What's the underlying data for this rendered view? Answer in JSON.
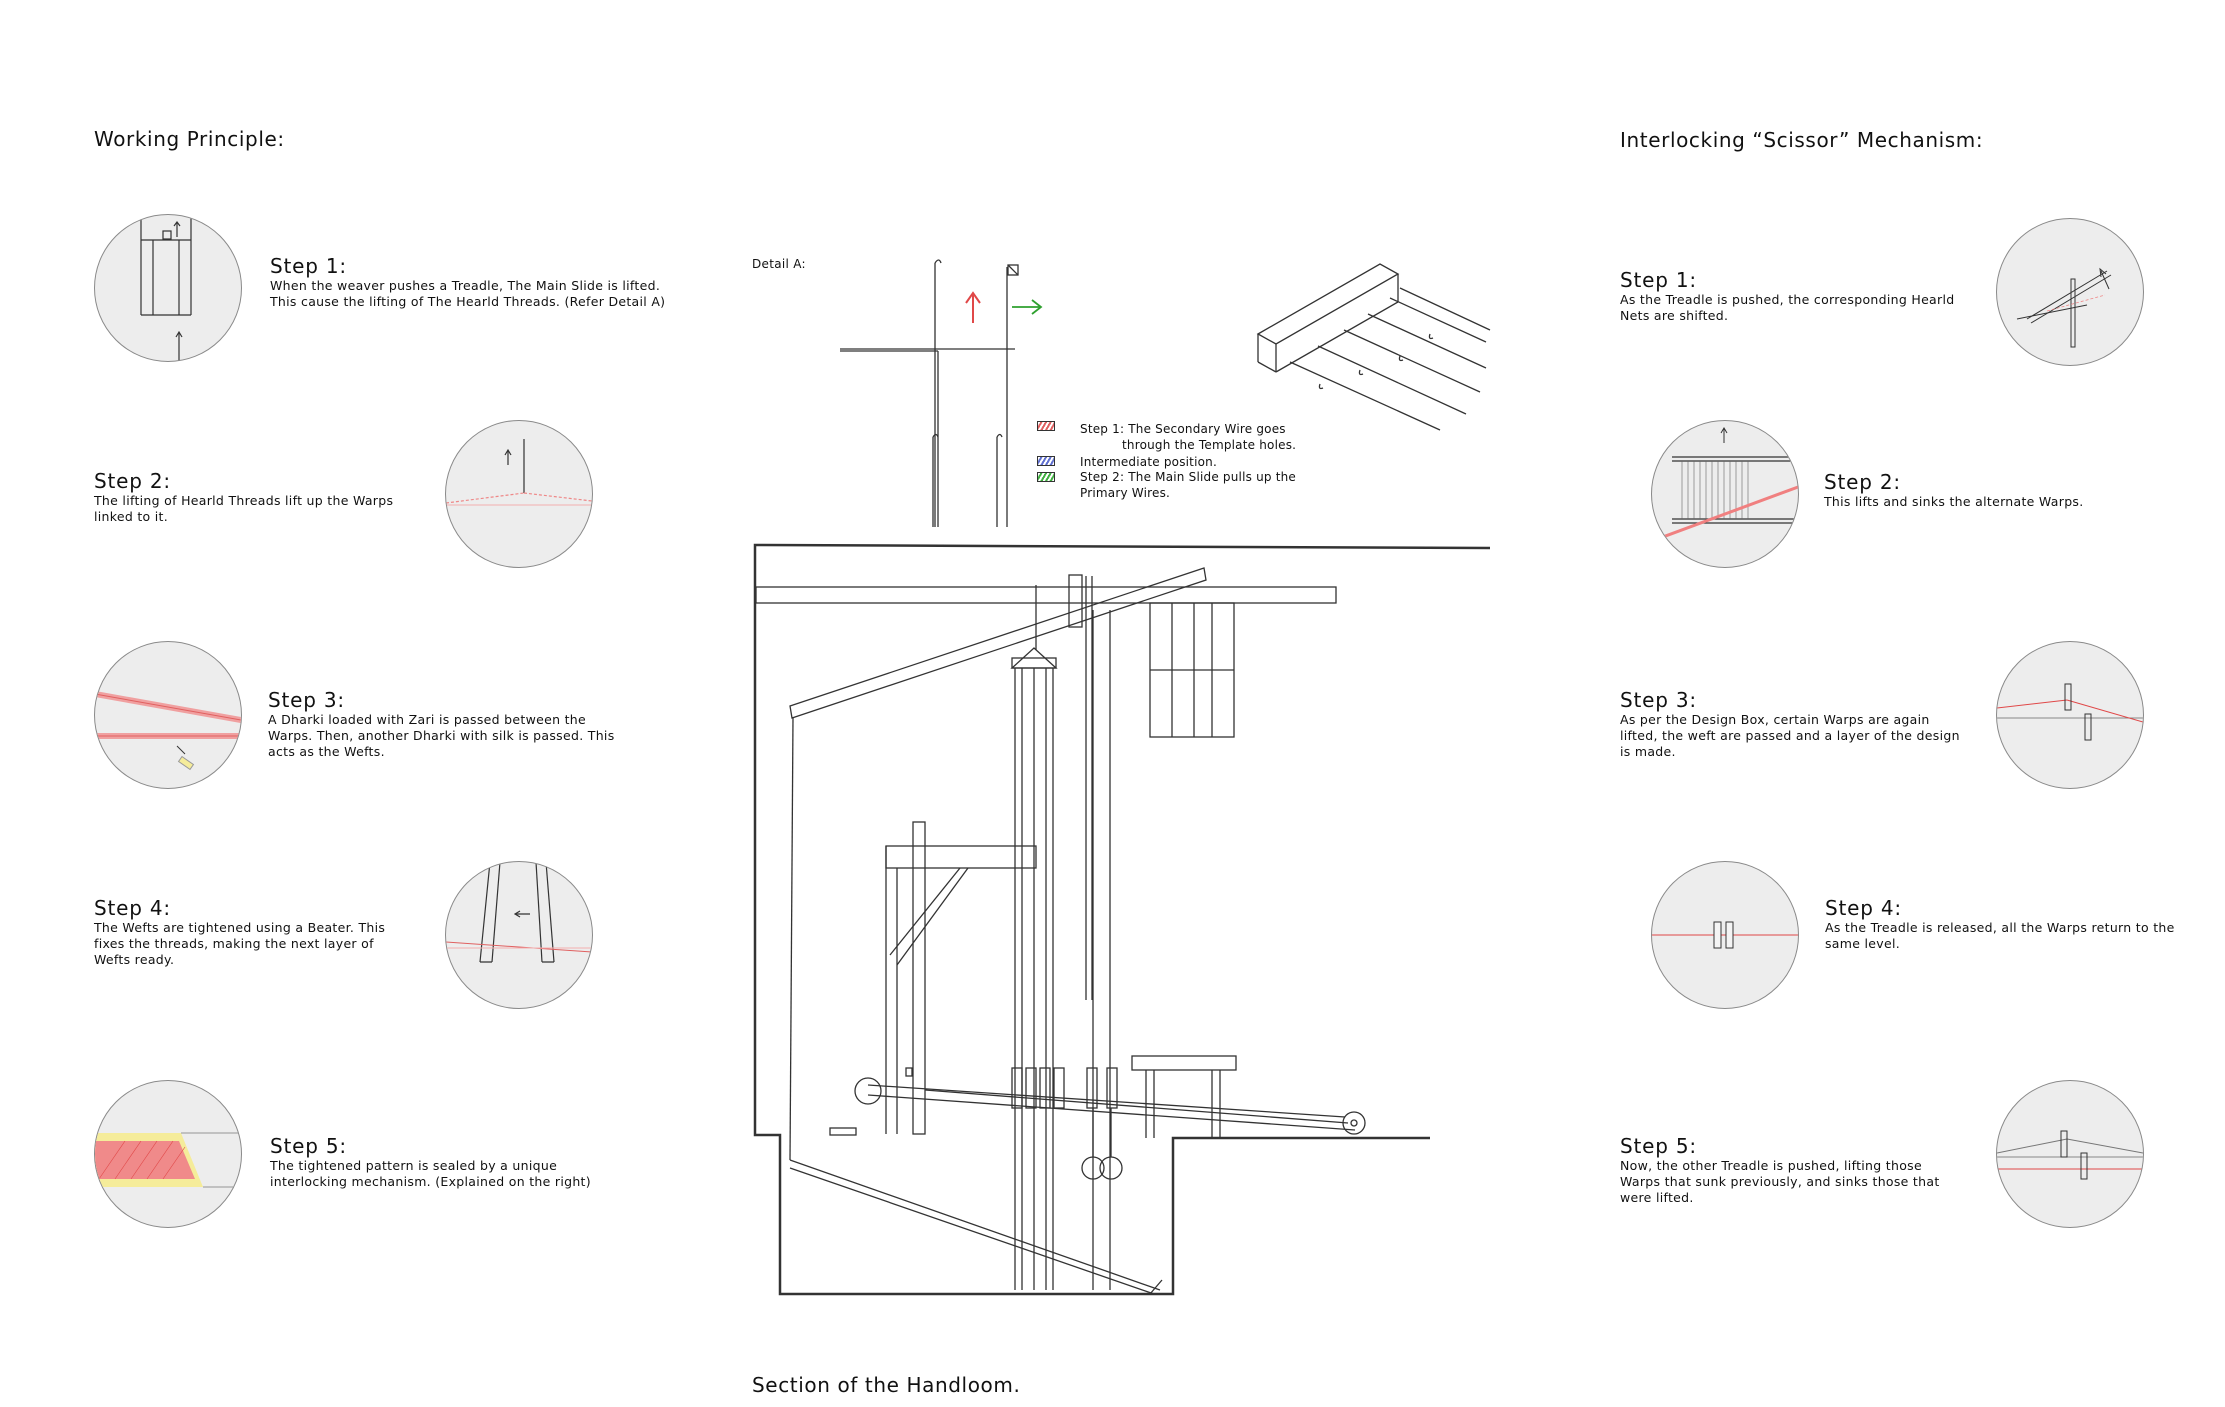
{
  "left": {
    "heading": "Working Principle:",
    "steps": [
      {
        "title": "Step 1:",
        "text": "When the weaver pushes a Treadle, The Main Slide is lifted. This cause the lifting of The Hearld Threads. (Refer Detail A)"
      },
      {
        "title": "Step 2:",
        "text": "The lifting of Hearld Threads lift up the Warps linked to it."
      },
      {
        "title": "Step 3:",
        "text": "A Dharki loaded with Zari is passed between the Warps. Then, another Dharki with silk is passed. This acts as the Wefts."
      },
      {
        "title": "Step 4:",
        "text": "The Wefts are tightened using a Beater. This fixes the threads, making the next layer of Wefts ready."
      },
      {
        "title": "Step 5:",
        "text": "The tightened pattern is sealed by a unique interlocking mechanism. (Explained on the right)"
      }
    ]
  },
  "right": {
    "heading": "Interlocking “Scissor” Mechanism:",
    "steps": [
      {
        "title": "Step 1:",
        "text": "As the Treadle is pushed, the corresponding Hearld Nets are shifted."
      },
      {
        "title": "Step 2:",
        "text": "This lifts and sinks the alternate Warps."
      },
      {
        "title": "Step 3:",
        "text": "As per the Design Box, certain Warps are again lifted, the weft are passed and a layer of the design is made."
      },
      {
        "title": "Step 4:",
        "text": "As the Treadle is released, all the Warps return to the same level."
      },
      {
        "title": "Step 5:",
        "text": "Now, the other Treadle is pushed, lifting those Warps that sunk previously, and sinks those that were lifted."
      }
    ]
  },
  "detail": {
    "label": "Detail A:",
    "legend": [
      {
        "text": "Step 1: The Secondary Wire goes",
        "text2": "through the Template holes.",
        "color": "#e06060"
      },
      {
        "text": "Intermediate position.",
        "text2": "",
        "color": "#6070d0"
      },
      {
        "text": "Step 2: The Main Slide pulls up the",
        "text2": "Primary Wires.",
        "color": "#40b040"
      }
    ]
  },
  "caption": "Section of the Handloom.",
  "colors": {
    "red": "#e04848",
    "pink": "#f2a0a0",
    "green": "#2ea02e",
    "yellow": "#f5ec9a",
    "line": "#333333"
  }
}
